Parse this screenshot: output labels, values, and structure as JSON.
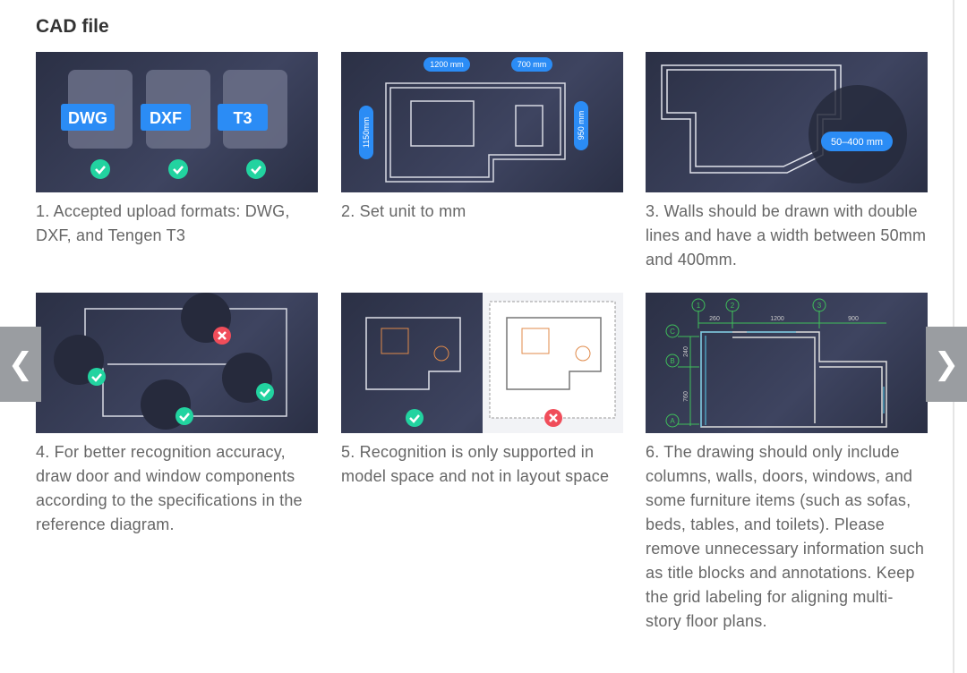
{
  "title": "CAD file",
  "nav": {
    "prev_icon": "chevron-left-icon",
    "next_icon": "chevron-right-icon"
  },
  "cards": [
    {
      "caption": "1. Accepted upload formats: DWG, DXF, and Tengen T3",
      "labels": [
        "DWG",
        "DXF",
        "T3"
      ]
    },
    {
      "caption": "2. Set unit to mm",
      "labels": [
        "1200 mm",
        "700 mm",
        "1150mm",
        "950 mm"
      ]
    },
    {
      "caption": "3. Walls should be drawn with double lines and have a width between 50mm and 400mm.",
      "labels": [
        "50–400 mm"
      ]
    },
    {
      "caption": "4. For better recognition accuracy, draw door and window components according to the specifications in the reference diagram."
    },
    {
      "caption": "5. Recognition is only supported in model space and not in layout space"
    },
    {
      "caption": "6. The drawing should only include columns, walls, doors, windows, and some furniture items (such as sofas, beds, tables, and toilets). Please remove unnecessary information such as title blocks and annotations. Keep the grid labeling for aligning multi-story floor plans.",
      "labels": [
        "1",
        "2",
        "3",
        "260",
        "1200",
        "900",
        "C",
        "B",
        "A",
        "240",
        "760"
      ]
    }
  ],
  "colors": {
    "accent": "#2b8cf5",
    "check": "#22d3a0",
    "cross": "#f04d5a",
    "grid": "#3fbf5a"
  }
}
